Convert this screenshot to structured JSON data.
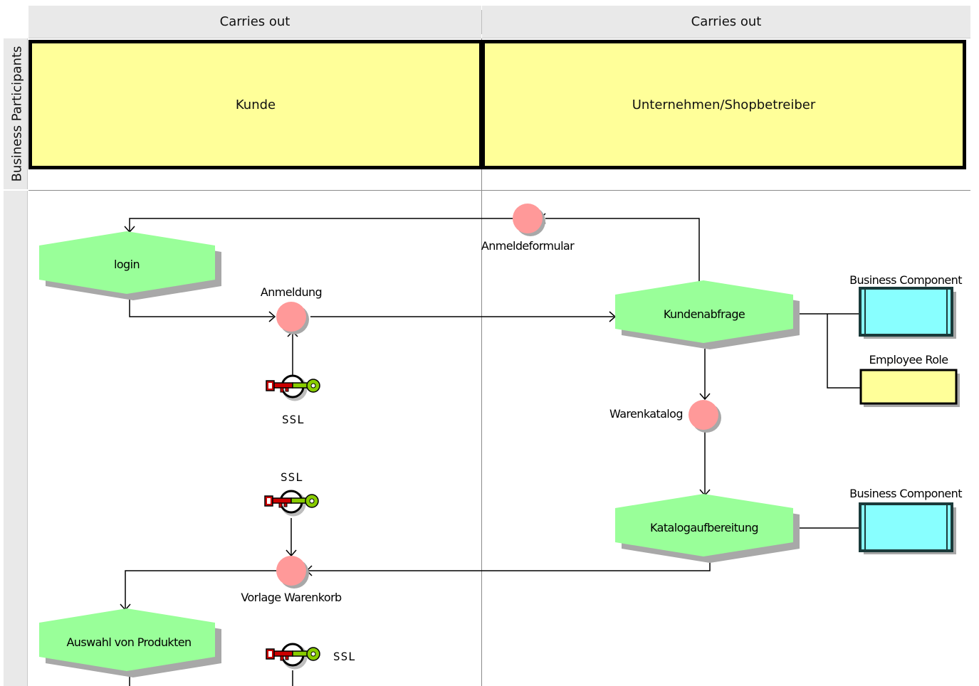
{
  "columns": [
    {
      "header": "Carries out",
      "participant": "Kunde"
    },
    {
      "header": "Carries out",
      "participant": "Unternehmen/Shopbetreiber"
    }
  ],
  "row_header": "Business Participants",
  "functions": {
    "login": "login",
    "kundenabfrage": "Kundenabfrage",
    "katalogaufbereitung": "Katalogaufbereitung",
    "auswahl": "Auswahl von Produkten"
  },
  "events": {
    "anmeldeformular": "Anmeldeformular",
    "anmeldung": "Anmeldung",
    "warenkatalog": "Warenkatalog",
    "vorlage_warenkorb": "Vorlage Warenkorb"
  },
  "components": {
    "business_component_1": "Business Component",
    "employee_role": "Employee Role",
    "business_component_2": "Business Component"
  },
  "security": {
    "ssl_1": "SSL",
    "ssl_2": "SSL",
    "ssl_3": "SSL"
  },
  "colors": {
    "function_fill": "#99ff99",
    "event_fill": "#ff9999",
    "participant_fill": "#ffff99",
    "component_fill": "#88ffff",
    "key_red": "#cc0000",
    "key_green": "#88cc00"
  }
}
